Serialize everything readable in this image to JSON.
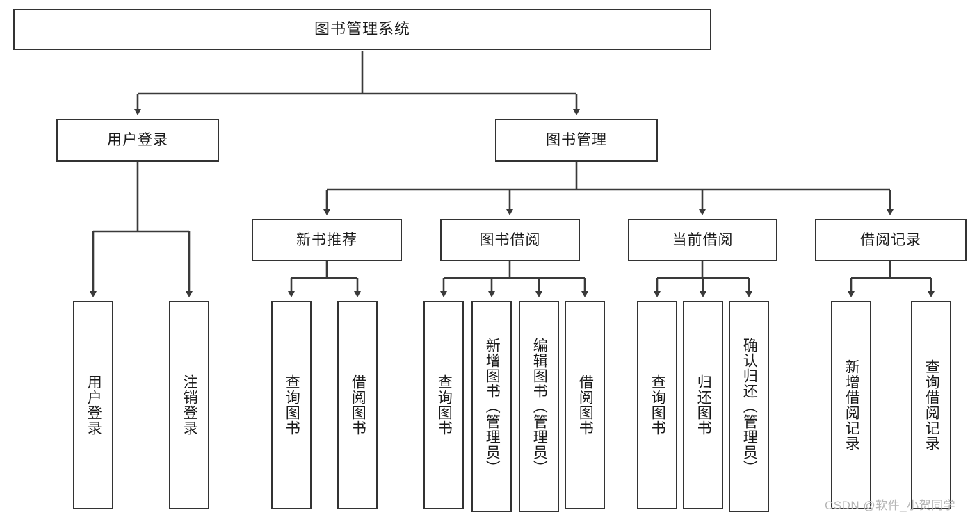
{
  "diagram": {
    "type": "tree-hierarchy",
    "title": "图书管理系统",
    "orientation": "top-down",
    "colors": {
      "box_border": "#333333",
      "box_fill": "#ffffff",
      "connector": "#3a3a3a",
      "text": "#1a1a1a",
      "watermark": "#b6b6b6"
    },
    "levels": [
      {
        "level": 0,
        "nodes": [
          {
            "id": "root",
            "label": "图书管理系统",
            "orientation": "horizontal"
          }
        ]
      },
      {
        "level": 1,
        "nodes": [
          {
            "id": "login",
            "label": "用户登录",
            "orientation": "horizontal"
          },
          {
            "id": "bookmgmt",
            "label": "图书管理",
            "orientation": "horizontal"
          }
        ]
      },
      {
        "level": 2,
        "nodes": [
          {
            "id": "newbook",
            "label": "新书推荐",
            "orientation": "horizontal"
          },
          {
            "id": "borrow",
            "label": "图书借阅",
            "orientation": "horizontal"
          },
          {
            "id": "current",
            "label": "当前借阅",
            "orientation": "horizontal"
          },
          {
            "id": "records",
            "label": "借阅记录",
            "orientation": "horizontal"
          }
        ]
      },
      {
        "level": 3,
        "nodes": [
          {
            "id": "leaf-user-login",
            "label": "用户登录",
            "parent": "login",
            "orientation": "vertical"
          },
          {
            "id": "leaf-user-logout",
            "label": "注销登录",
            "parent": "login",
            "orientation": "vertical"
          },
          {
            "id": "leaf-query-book-1",
            "label": "查询图书",
            "parent": "newbook",
            "orientation": "vertical"
          },
          {
            "id": "leaf-borrow-book-1",
            "label": "借阅图书",
            "parent": "newbook",
            "orientation": "vertical"
          },
          {
            "id": "leaf-query-book-2",
            "label": "查询图书",
            "parent": "borrow",
            "orientation": "vertical"
          },
          {
            "id": "leaf-add-book",
            "label": "新增图书（管理员）",
            "parent": "borrow",
            "orientation": "vertical"
          },
          {
            "id": "leaf-edit-book",
            "label": "编辑图书（管理员）",
            "parent": "borrow",
            "orientation": "vertical"
          },
          {
            "id": "leaf-borrow-book-2",
            "label": "借阅图书",
            "parent": "borrow",
            "orientation": "vertical"
          },
          {
            "id": "leaf-query-book-3",
            "label": "查询图书",
            "parent": "current",
            "orientation": "vertical"
          },
          {
            "id": "leaf-return-book",
            "label": "归还图书",
            "parent": "current",
            "orientation": "vertical"
          },
          {
            "id": "leaf-confirm-return",
            "label": "确认归还（管理员）",
            "parent": "current",
            "orientation": "vertical"
          },
          {
            "id": "leaf-add-record",
            "label": "新增借阅记录",
            "parent": "records",
            "orientation": "vertical"
          },
          {
            "id": "leaf-query-record",
            "label": "查询借阅记录",
            "parent": "records",
            "orientation": "vertical"
          }
        ]
      }
    ],
    "watermark": "CSDN @软件_小贺同学"
  }
}
